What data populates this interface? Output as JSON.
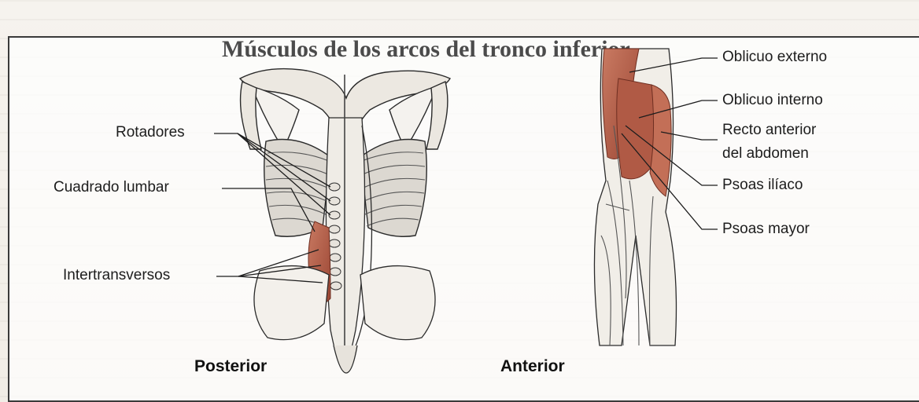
{
  "figure": {
    "heading": "Músculos de los arcos del tronco inferior",
    "views": {
      "posterior": {
        "caption": "Posterior",
        "labels": {
          "rotadores": "Rotadores",
          "cuadrado_lumbar": "Cuadrado lumbar",
          "intertransversos": "Intertransversos"
        }
      },
      "anterior": {
        "caption": "Anterior",
        "labels": {
          "oblicuo_externo": "Oblicuo externo",
          "oblicuo_interno": "Oblicuo interno",
          "recto_line1": "Recto anterior",
          "recto_line2": "del abdomen",
          "psoas_iliaco": "Psoas ilíaco",
          "psoas_mayor": "Psoas mayor"
        }
      }
    },
    "colors": {
      "muscle": "#b65a44",
      "muscle_dark": "#8e3c2c",
      "line": "#2b2b2b",
      "frame": "#3a3a3a"
    }
  }
}
